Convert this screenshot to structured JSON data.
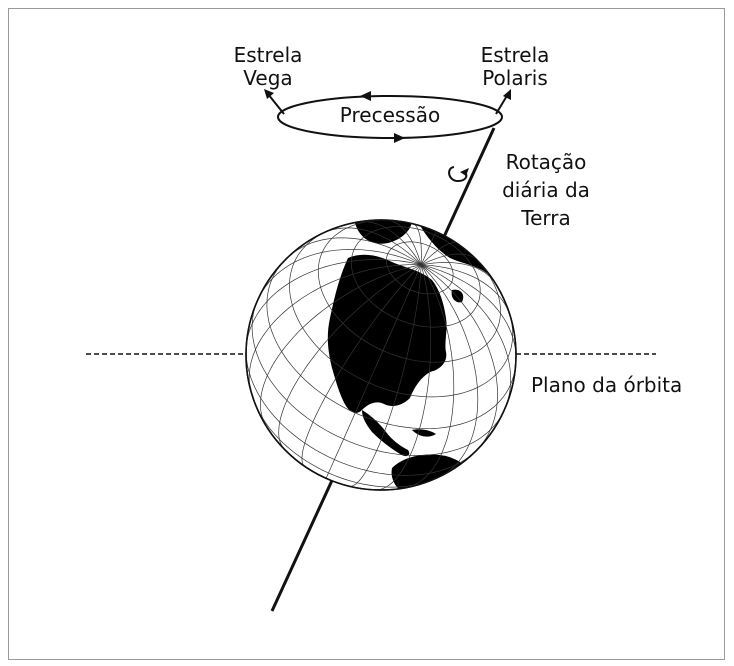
{
  "labels": {
    "vega_line1": "Estrela",
    "vega_line2": "Vega",
    "polaris_line1": "Estrela",
    "polaris_line2": "Polaris",
    "precession": "Precessão",
    "rotation_line1": "Rotação",
    "rotation_line2": "diária da",
    "rotation_line3": "Terra",
    "orbit_plane": "Plano da órbita"
  },
  "colors": {
    "ink": "#111111",
    "land": "#000000",
    "ocean": "#ffffff",
    "frame": "#9a9a9a"
  },
  "icons": {
    "rotation_arrow": "circular-arrow-icon",
    "star_arrows": "arrow-up-icon"
  }
}
